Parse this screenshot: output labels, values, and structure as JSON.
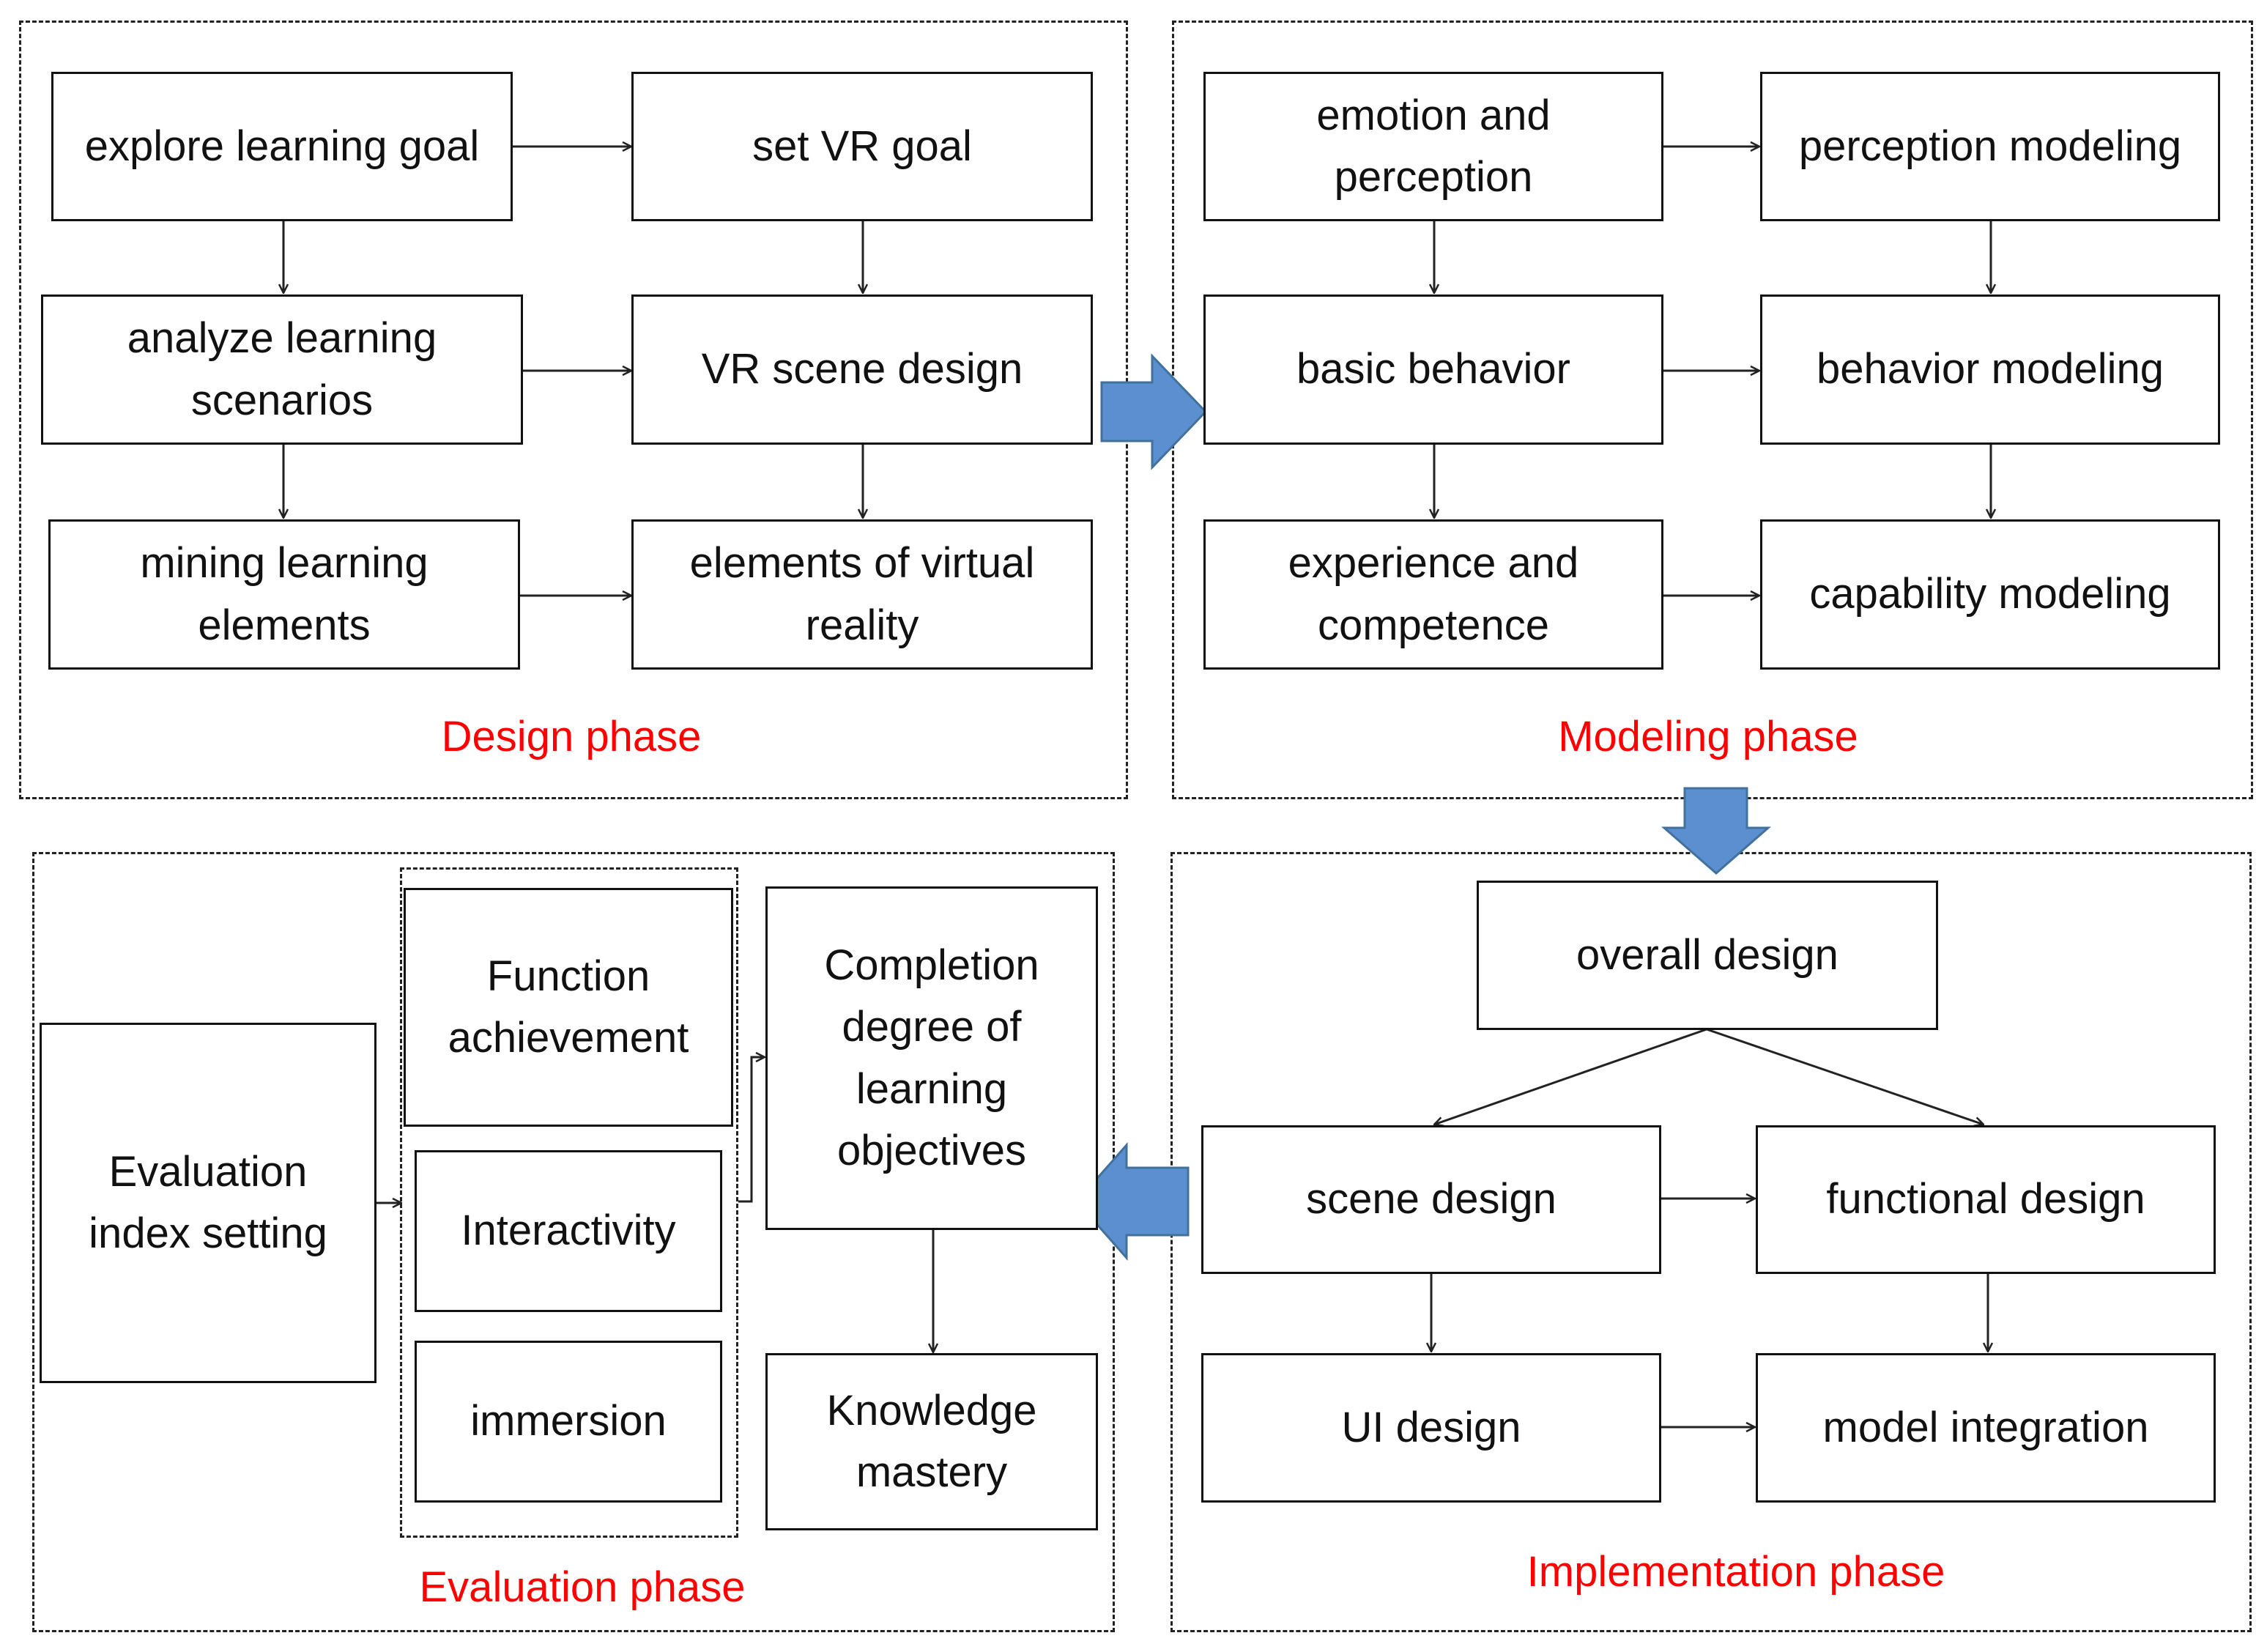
{
  "phases": {
    "design": "Design phase",
    "modeling": "Modeling phase",
    "implementation": "Implementation phase",
    "evaluation": "Evaluation phase"
  },
  "design": {
    "explore_goal": "explore learning goal",
    "set_vr_goal": "set VR goal",
    "analyze_scenarios": "analyze learning scenarios",
    "vr_scene_design": "VR scene design",
    "mining_elements": "mining learning elements",
    "vr_elements": "elements of virtual reality"
  },
  "modeling": {
    "emotion": "emotion and perception",
    "perception_modeling": "perception modeling",
    "basic_behavior": "basic behavior",
    "behavior_modeling": "behavior modeling",
    "experience": "experience and competence",
    "capability_modeling": "capability modeling"
  },
  "implementation": {
    "overall": "overall design",
    "scene": "scene design",
    "functional": "functional design",
    "ui": "UI design",
    "integration": "model integration"
  },
  "evaluation": {
    "index": "Evaluation index setting",
    "function": "Function achievement",
    "interactivity": "Interactivity",
    "immersion": "immersion",
    "completion": "Completion degree of learning objectives",
    "knowledge": "Knowledge mastery"
  },
  "colors": {
    "phase_label": "#ff0000",
    "block_arrow": "#5b8fcf",
    "block_arrow_edge": "#41719c"
  }
}
